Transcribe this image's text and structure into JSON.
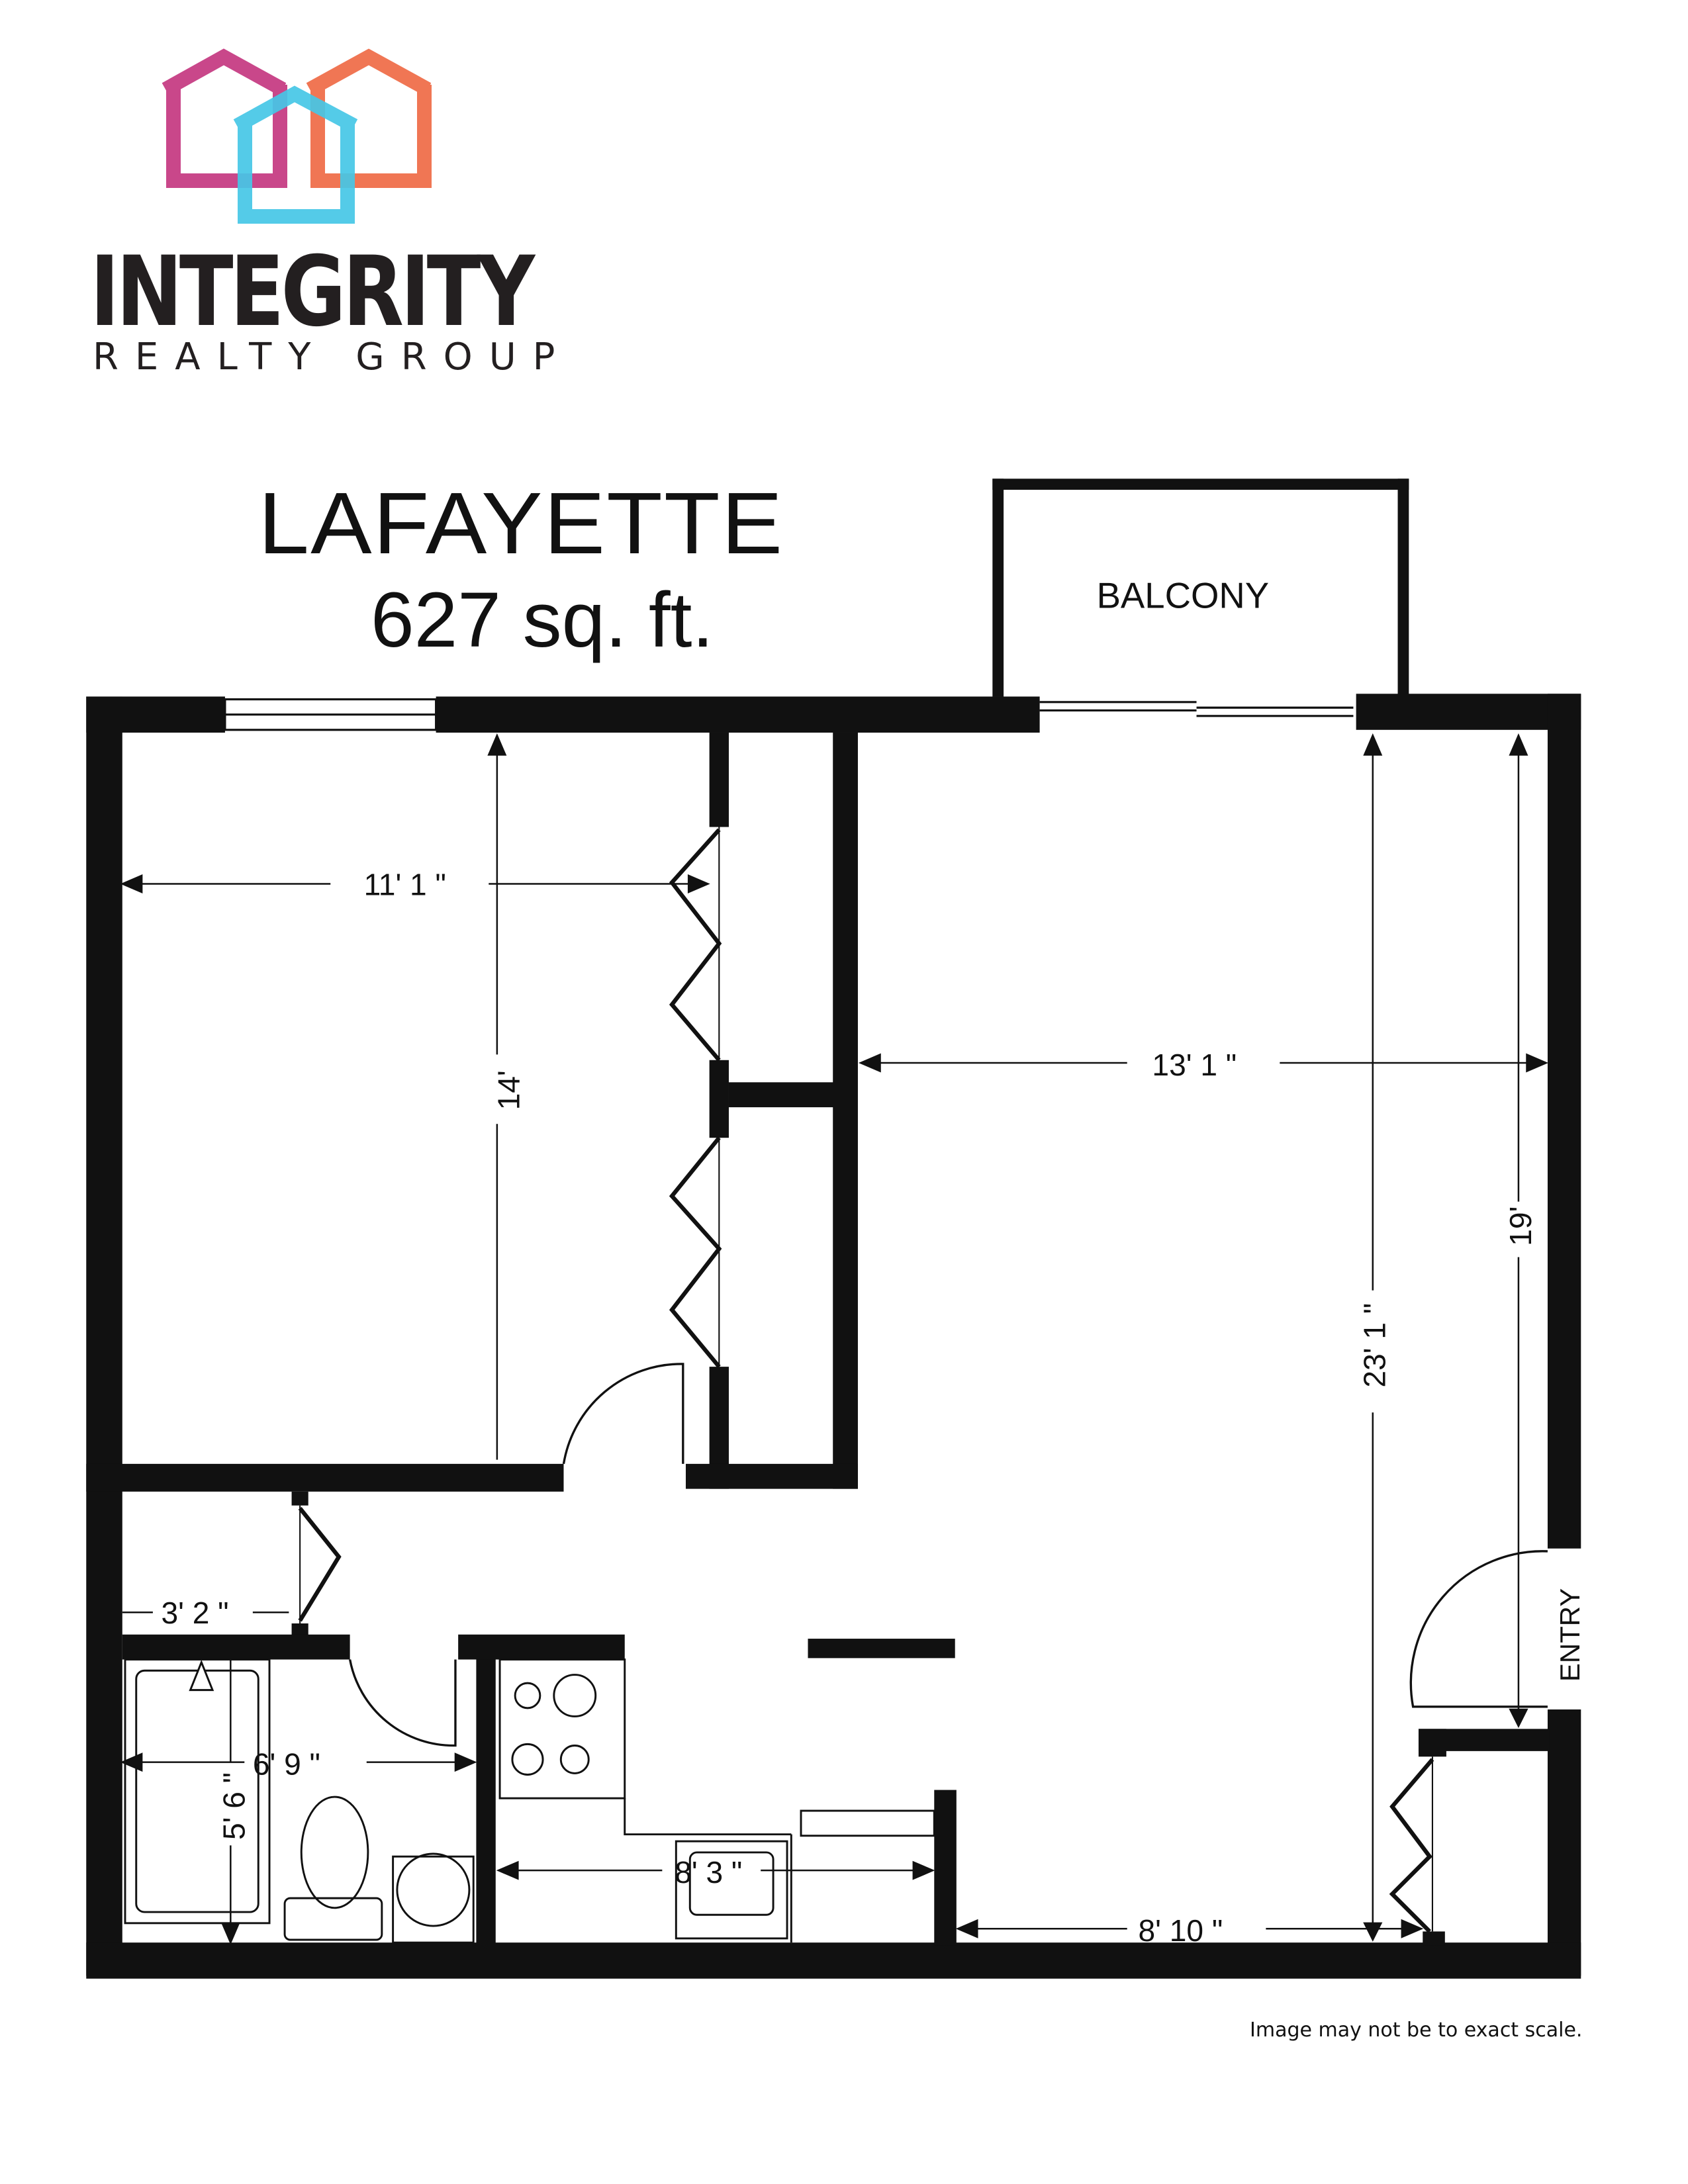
{
  "brand": {
    "name": "INTEGRITY",
    "subtitle": "REALTY GROUP",
    "logo_icon": "three-houses-icon",
    "colors": {
      "magenta": "#c9478a",
      "orange": "#f07654",
      "cyan": "#45c7e6",
      "text": "#231f20"
    }
  },
  "floorplan": {
    "title": "LAFAYETTE",
    "area": "627 sq. ft.",
    "rooms": {
      "balcony": "BALCONY",
      "entry": "ENTRY"
    },
    "dimensions": {
      "bedroom_width": "11' 1 \"",
      "bedroom_length": "14'",
      "living_width": "13' 1 \"",
      "living_length_full": "23' 1 \"",
      "living_length": "19'",
      "closet_width": "3' 2 \"",
      "bath_width": "6' 9 \"",
      "bath_tub_length": "5' 6 \"",
      "kitchen_width": "8' 3 \"",
      "entry_width": "8' 10 \""
    },
    "wall_color": "#111111"
  },
  "footer": {
    "disclaimer": "Image may not be to exact scale."
  }
}
